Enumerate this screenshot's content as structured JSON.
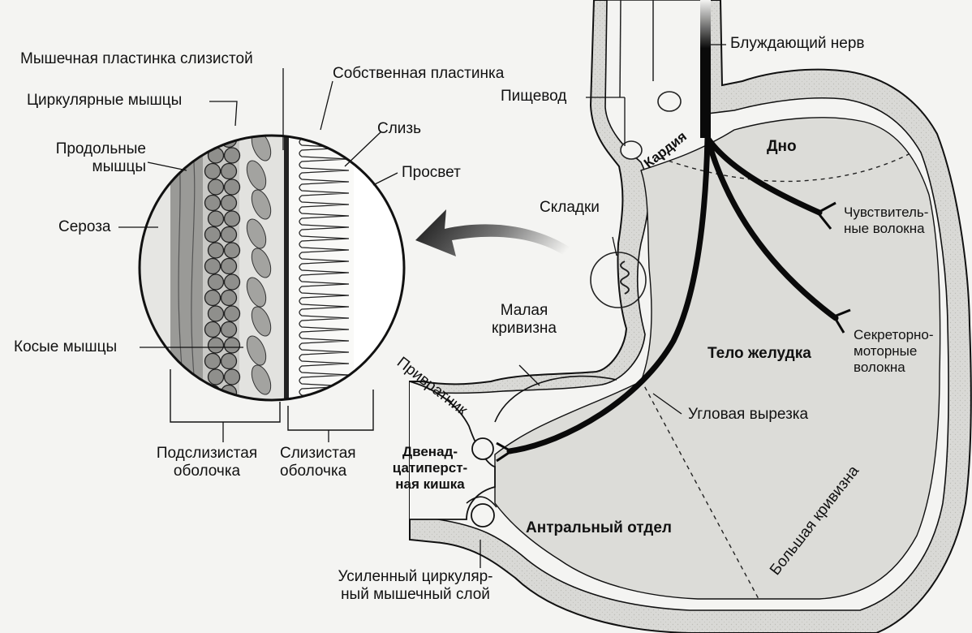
{
  "colors": {
    "background": "#f4f4f2",
    "stomach_fill": "#d9d9d6",
    "lumen_fill": "#f4f4f2",
    "muscle_fill": "#8f8f8c",
    "nerve": "#0a0a0a"
  },
  "labels": {
    "muscularis_mucosae": "Мышечная пластинка слизистой",
    "lamina_propria": "Собственная пластинка",
    "circular_muscles": "Циркулярные мышцы",
    "mucus": "Слизь",
    "longitudinal_muscles": "Продольные\nмышцы",
    "lumen": "Просвет",
    "serosa": "Сероза",
    "oblique_muscles": "Косые мышцы",
    "submucosa": "Подслизистая\nоболочка",
    "mucosa": "Слизистая\nоболочка",
    "vagus_nerve": "Блуждающий нерв",
    "esophagus": "Пищевод",
    "cardia": "Кардия",
    "fundus": "Дно",
    "folds": "Складки",
    "sensory_fibers": "Чувствитель-\nные волокна",
    "lesser_curvature": "Малая\nкривизна",
    "secretomotor_fibers": "Секреторно-\nмоторные\nволокна",
    "pylorus": "Привратник",
    "body": "Тело желудка",
    "angular_notch": "Угловая вырезка",
    "duodenum": "Двенад-\nцатиперст-\nная кишка",
    "greater_curvature": "Большая кривизна",
    "antrum": "Антральный отдел",
    "circular_layer": "Усиленный циркуляр-\nный мышечный слой"
  }
}
